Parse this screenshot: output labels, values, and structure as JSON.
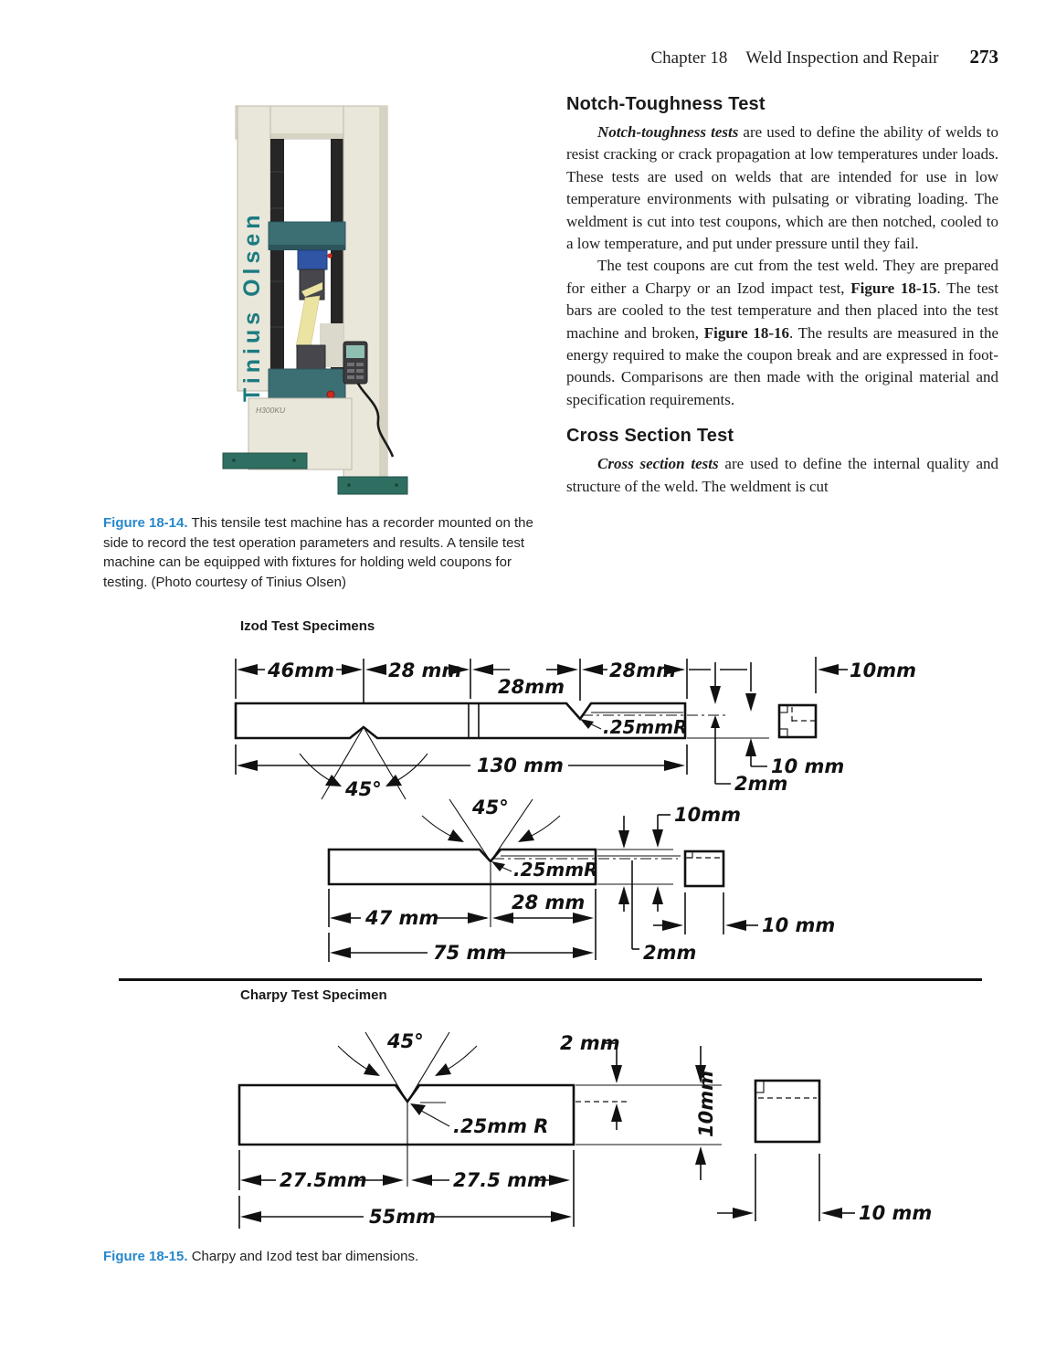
{
  "colors": {
    "caption_blue": "#2787cc",
    "machine_teal": "#3b6f74",
    "machine_feet_green": "#2e6f62",
    "machine_cream": "#e9e6da",
    "brand_teal": "#1c7b80",
    "specimen_yellow": "#eae3a2",
    "actuator_blue": "#2f55a4"
  },
  "header": {
    "chapter": "Chapter 18",
    "title": "Weld Inspection and Repair",
    "page_number": "273"
  },
  "machine_figure": {
    "brand": "Tinius Olsen",
    "model": "H300KU"
  },
  "fig14_caption": {
    "label": "Figure 18-14.",
    "text": " This tensile test machine has a recorder mounted on the side to record the test operation parameters and results. A tensile test machine can be equipped with fixtures for holding weld coupons for testing. (Photo courtesy of Tinius Olsen)"
  },
  "fig15_caption": {
    "label": "Figure 18-15.",
    "text": " Charpy and Izod test bar dimensions."
  },
  "article": {
    "sections": [
      {
        "heading": "Notch-Toughness Test",
        "paragraphs": [
          {
            "segments": [
              {
                "style": "bi",
                "text": "Notch-toughness tests"
              },
              {
                "style": "n",
                "text": " are used to define the ability of welds to resist cracking or crack propagation at low temperatures under loads. These tests are used on welds that are intended for use in low temperature environments with pulsating or vibrating loading. The weldment is cut into test coupons, which are then notched, cooled to a low temperature, and put under pressure until they fail."
              }
            ]
          },
          {
            "segments": [
              {
                "style": "n",
                "text": "The test coupons are cut from the test weld. They are prepared for either a Charpy or an Izod impact test, "
              },
              {
                "style": "b",
                "text": "Figure 18-15"
              },
              {
                "style": "n",
                "text": ". The test bars are cooled to the test temperature and then placed into the test machine and broken, "
              },
              {
                "style": "b",
                "text": "Figure 18-16"
              },
              {
                "style": "n",
                "text": ". The results are measured in the energy required to make the coupon break and are expressed in foot-pounds. Comparisons are then made with the original material and specification requirements."
              }
            ]
          }
        ]
      },
      {
        "heading": "Cross Section Test",
        "paragraphs": [
          {
            "segments": [
              {
                "style": "bi",
                "text": "Cross section tests"
              },
              {
                "style": "n",
                "text": " are used to define the internal quality and structure of the weld. The weldment is cut"
              }
            ]
          }
        ]
      }
    ]
  },
  "izod": {
    "title": "Izod Test Specimens",
    "s1": {
      "d46": "46mm",
      "d28a": "28 mm",
      "d28b": "28mm",
      "d28c": "28mm",
      "d10top": "10mm",
      "d130": "130 mm",
      "a45": "45°",
      "r25": ".25mmR",
      "d10bot": "10 mm",
      "d2": "2mm"
    },
    "s2": {
      "a45": "45°",
      "r25": ".25mmR",
      "d28": "28 mm",
      "d47": "47 mm",
      "d75": "75 mm",
      "d10top": "10mm",
      "d2": "2mm",
      "d10bot": "10 mm"
    }
  },
  "charpy": {
    "title": "Charpy Test Specimen",
    "a45": "45°",
    "d2": "2 mm",
    "r25": ".25mm R",
    "d275a": "27.5mm",
    "d275b": "27.5 mm",
    "d55": "55mm",
    "d10v": "10mm",
    "d10b": "10 mm"
  }
}
